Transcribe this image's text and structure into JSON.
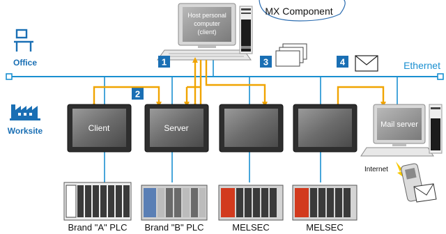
{
  "zones": {
    "office": "Office",
    "worksite": "Worksite"
  },
  "network": {
    "ethernet": "Ethernet",
    "internet": "Internet"
  },
  "host": {
    "screen_text": [
      "Host personal",
      "computer",
      "(client)"
    ],
    "callout": "MX Component"
  },
  "panels": {
    "client": "Client",
    "server": "Server"
  },
  "mail_server": "Mail server",
  "steps": [
    "1",
    "2",
    "3",
    "4"
  ],
  "plcs": [
    "Brand \"A\" PLC",
    "Brand \"B\" PLC",
    "MELSEC",
    "MELSEC"
  ],
  "colors": {
    "network_line": "#1a8fd0",
    "arrow": "#f0a400",
    "step_badge": "#1a6fb4",
    "zone_label": "#1a6fb4",
    "panel_body": "#333333",
    "melsec_red": "#d23a1e"
  },
  "icons": {
    "office": "desk-computer-icon",
    "worksite": "factory-icon",
    "mail": "envelope-icon",
    "documents": "documents-icon",
    "internet": "lightning-icon",
    "phone": "mobile-phone-icon"
  }
}
